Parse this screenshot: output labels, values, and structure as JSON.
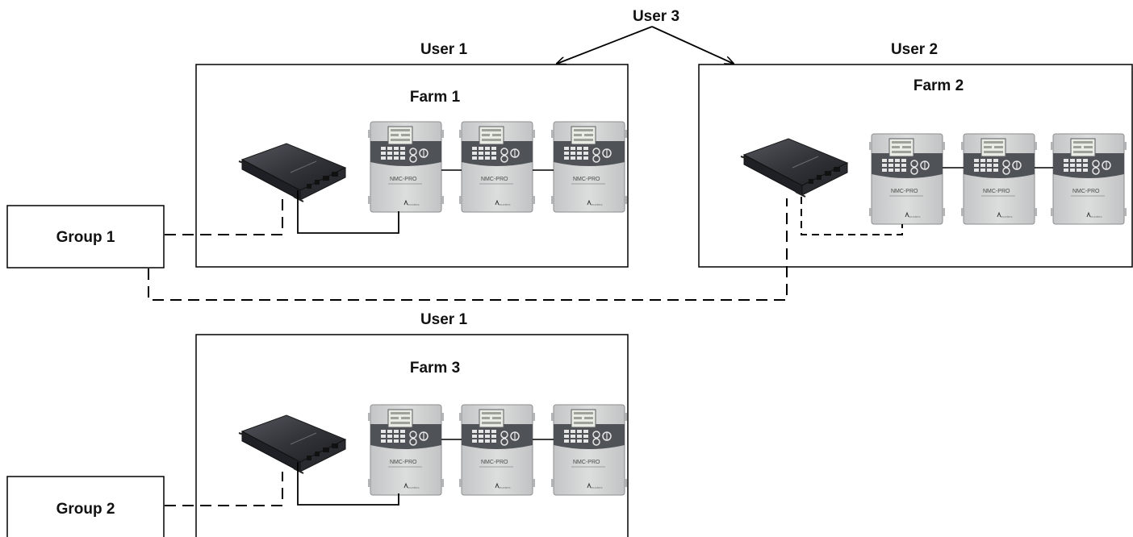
{
  "labels": {
    "user3_top": "User 3",
    "user1_top": "User 1",
    "user2_top": "User 2",
    "farm1": "Farm 1",
    "farm2": "Farm 2",
    "user1_bottom": "User 1",
    "farm3": "Farm 3",
    "group1": "Group 1",
    "group2": "Group 2"
  },
  "controller": {
    "model": "NMC-PRO",
    "brand": "munters"
  },
  "colors": {
    "line": "#000000",
    "controller_body": "#cfd0d1",
    "controller_band": "#4f5357",
    "hub_body": "#2f3036"
  }
}
